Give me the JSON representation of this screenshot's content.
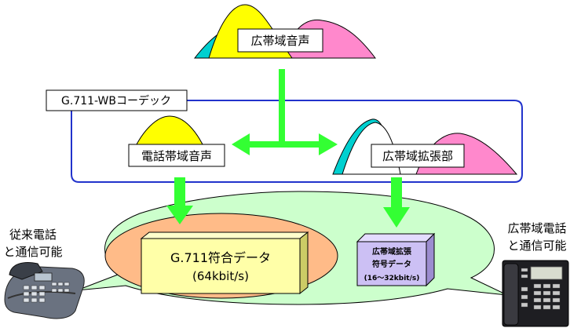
{
  "top_spectrum": {
    "label": "広帯域音声"
  },
  "codec": {
    "label": "G.711-WBコーデック"
  },
  "narrowband": {
    "label": "電話帯域音声"
  },
  "extension": {
    "label": "広帯域拡張部"
  },
  "g711_data": {
    "line1": "G.711符合データ",
    "line2": "(64kbit/s)"
  },
  "ext_data": {
    "line1": "広帯域拡張",
    "line2": "符号データ",
    "line3": "(16～32kbit/s)"
  },
  "left_phone": {
    "line1": "従来電話",
    "line2": "と通信可能"
  },
  "right_phone": {
    "line1": "広帯域電話",
    "line2": "と通信可能"
  },
  "colors": {
    "green": "#33ff33",
    "yellow": "#ffff00",
    "pink": "#ff88cc",
    "cyan": "#00d0d0",
    "outer_ellipse": "#ccffcc",
    "inner_ellipse": "#ffbb88",
    "codec_line": "#2233cc",
    "lavender": "#ccc0f4",
    "pale_yellow": "#ffffa8"
  }
}
